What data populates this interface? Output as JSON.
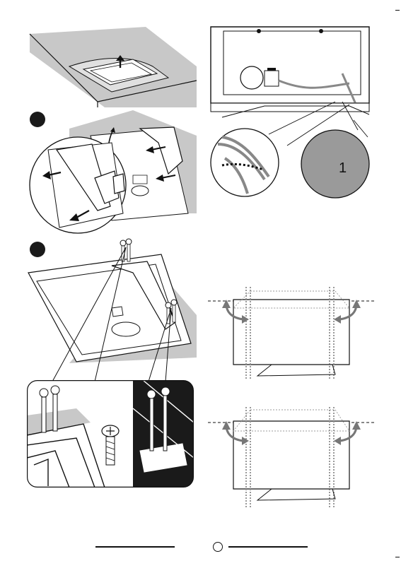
{
  "page": {
    "background": "#ffffff"
  },
  "colors": {
    "line": "#111111",
    "cloth": "#c8c8c8",
    "dark": "#1a1a1a",
    "grey_fill": "#9a9a9a"
  },
  "steps": [
    {
      "id": "step-1",
      "label": ""
    },
    {
      "id": "step-2",
      "label": ""
    },
    {
      "id": "step-3",
      "label": ""
    }
  ],
  "callout": {
    "glyph": "1"
  },
  "icons": [
    "arrow-up-icon",
    "arrow-left-icon",
    "curved-arrow-icon",
    "screw-icon",
    "page-number-circle-icon"
  ]
}
